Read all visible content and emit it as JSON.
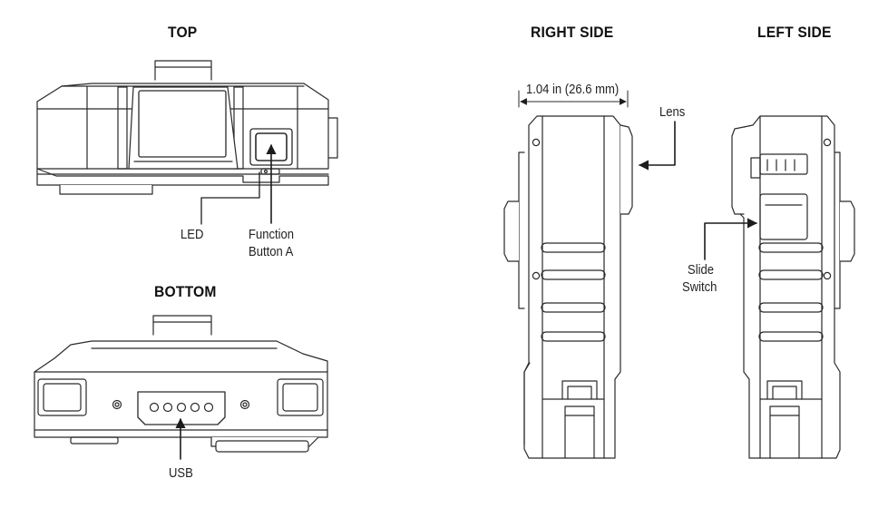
{
  "views": {
    "top": "TOP",
    "bottom": "BOTTOM",
    "right_side": "RIGHT SIDE",
    "left_side": "LEFT SIDE"
  },
  "callouts": {
    "led": "LED",
    "function_button_line1": "Function",
    "function_button_line2": "Button A",
    "usb": "USB",
    "lens": "Lens",
    "slide_switch_line1": "Slide",
    "slide_switch_line2": "Switch"
  },
  "dimension": {
    "width_label": "1.04 in (26.6 mm)"
  },
  "colors": {
    "line": "#2a2a2a",
    "fill": "#ffffff",
    "dark": "#1c1c1c"
  }
}
